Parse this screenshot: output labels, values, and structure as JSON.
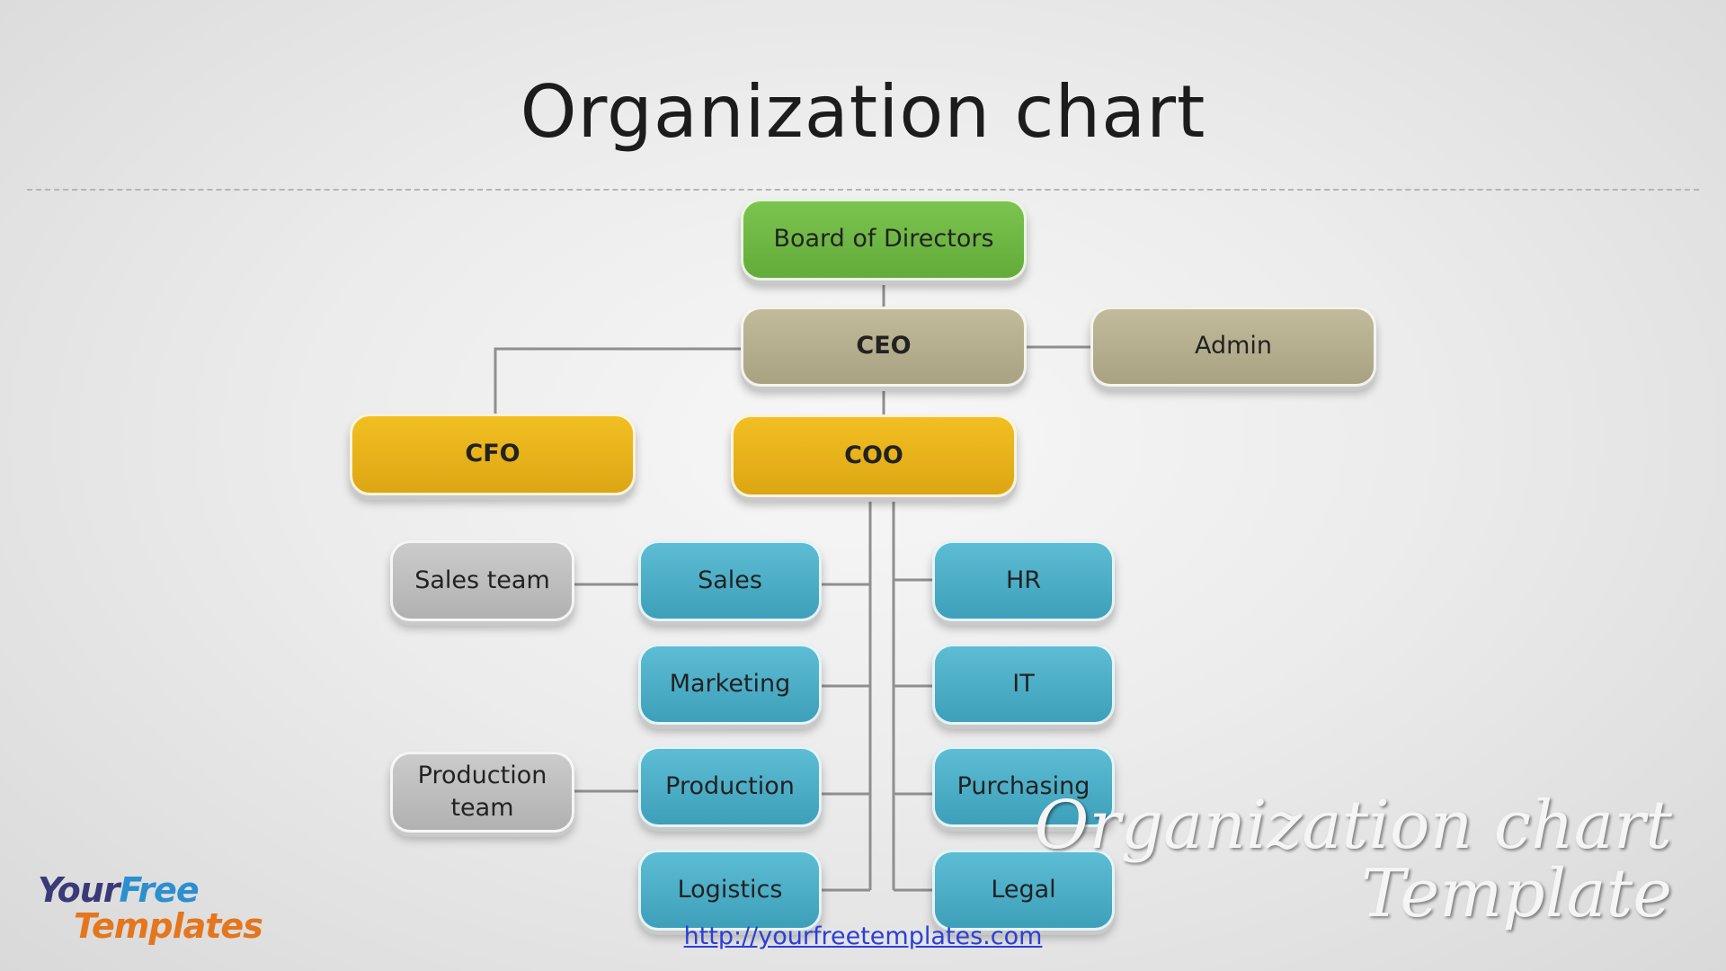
{
  "title": "Organization chart",
  "nodes": {
    "board": "Board of Directors",
    "ceo": "CEO",
    "admin": "Admin",
    "cfo": "CFO",
    "coo": "COO",
    "sales_team": "Sales team",
    "sales": "Sales",
    "hr": "HR",
    "marketing": "Marketing",
    "it": "IT",
    "production_team": "Production team",
    "production": "Production",
    "purchasing": "Purchasing",
    "logistics": "Logistics",
    "legal": "Legal"
  },
  "watermark": {
    "line1": "Organization chart",
    "line2": "Template"
  },
  "url": "http://yourfreetemplates.com",
  "logo": {
    "your": "Your",
    "free": "Free",
    "templates": "Templates"
  },
  "colors": {
    "board": "#6fb845",
    "executive": "#b5ae8e",
    "officer": "#e7b21a",
    "department": "#4badc7",
    "team": "#bdbdbd",
    "connector": "#8f8f8f"
  }
}
